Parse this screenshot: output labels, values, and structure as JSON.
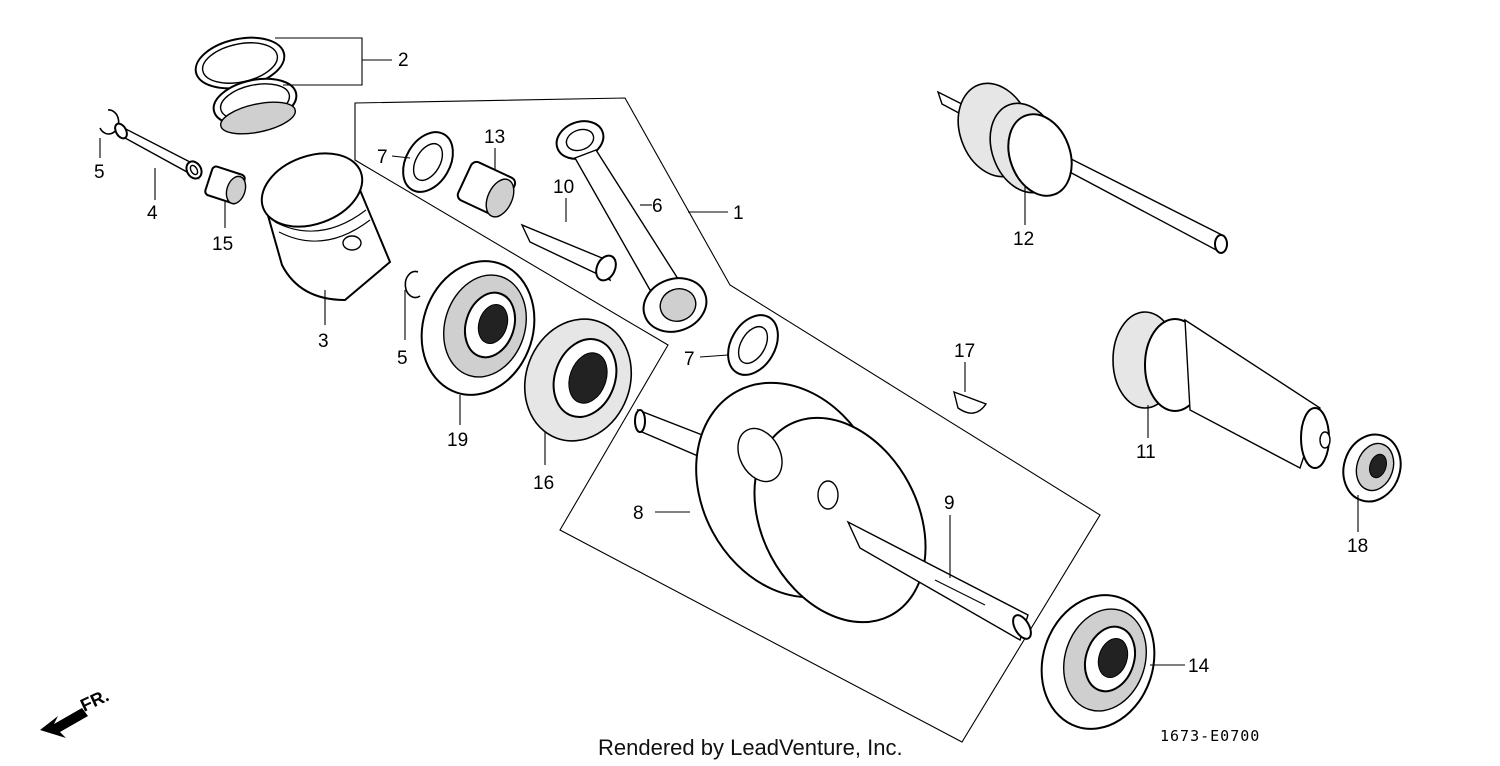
{
  "diagram": {
    "part_numbers": [
      "1",
      "2",
      "3",
      "4",
      "5",
      "5",
      "6",
      "7",
      "7",
      "8",
      "9",
      "10",
      "11",
      "12",
      "13",
      "14",
      "15",
      "16",
      "17",
      "18",
      "19"
    ],
    "credit": "Rendered by LeadVenture, Inc.",
    "diagram_code": "1673-E0700",
    "direction_label": "FR."
  }
}
